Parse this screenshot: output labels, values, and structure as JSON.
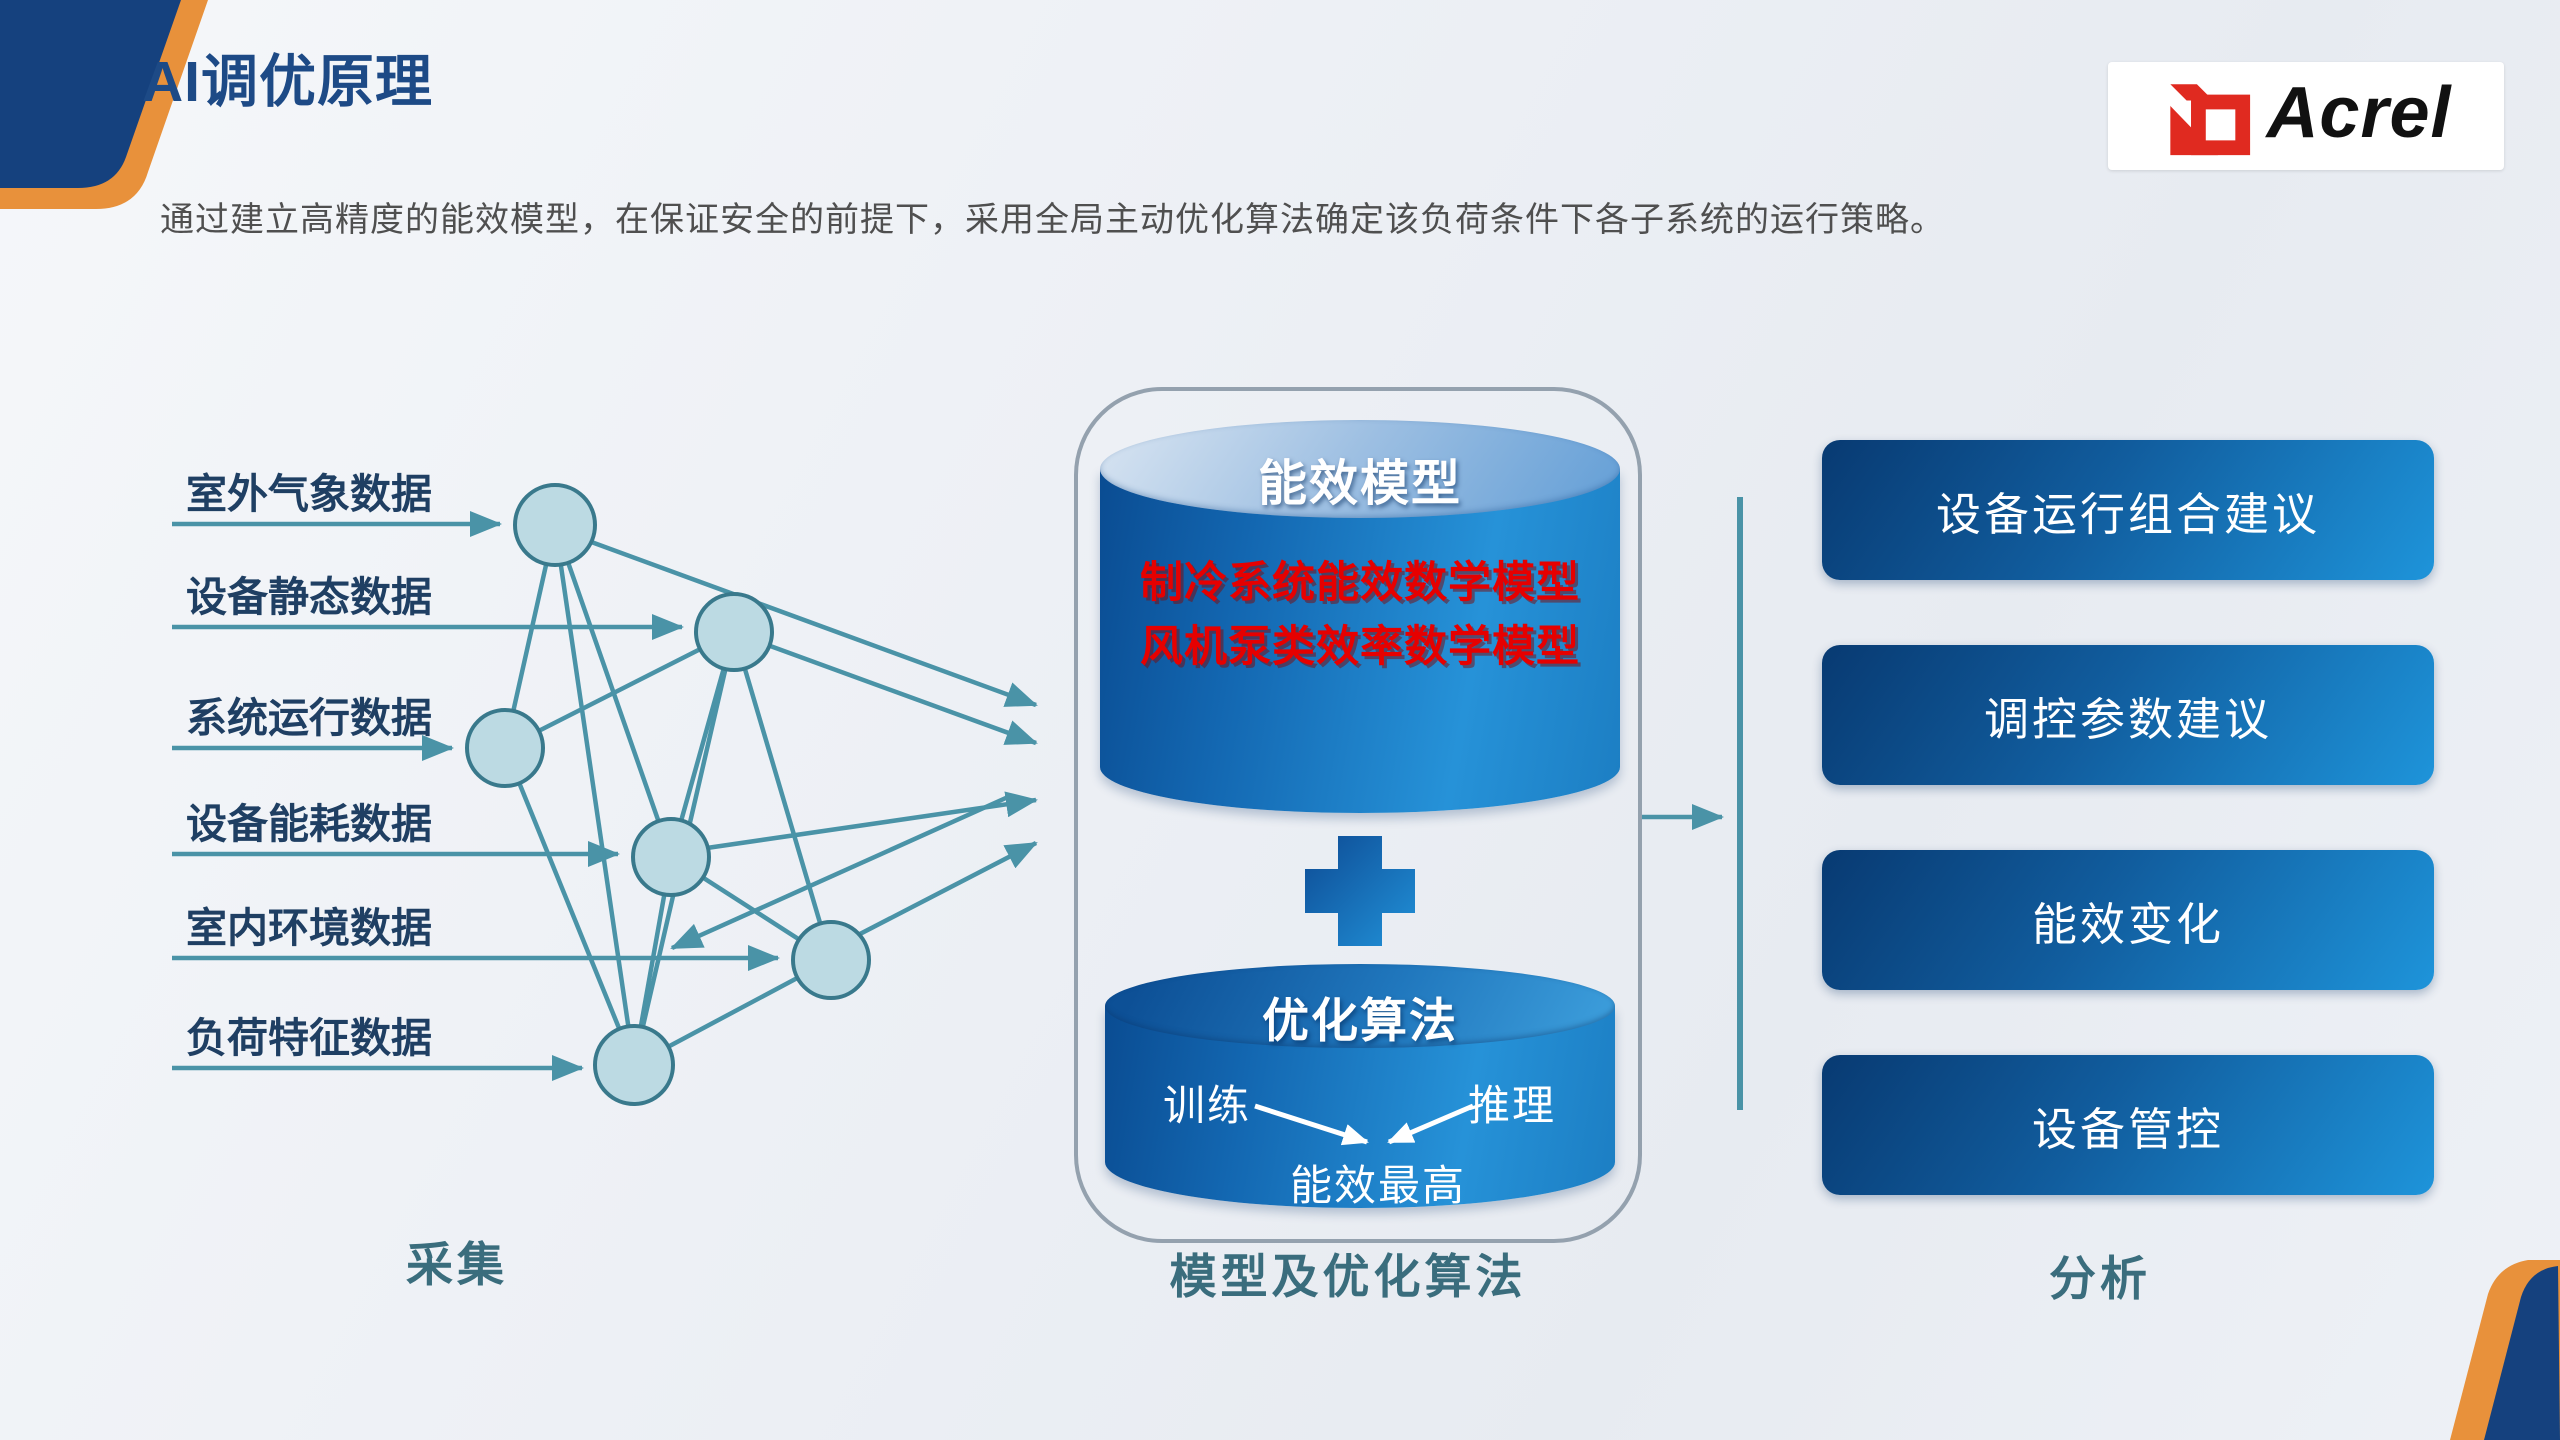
{
  "slide": {
    "title": "AI调优原理",
    "subtitle": "通过建立高精度的能效模型，在保证安全的前提下，采用全局主动优化算法确定该负荷条件下各子系统的运行策略。",
    "brand": "Acrel"
  },
  "capture": {
    "section_label": "采集",
    "inputs": [
      "室外气象数据",
      "设备静态数据",
      "系统运行数据",
      "设备能耗数据",
      "室内环境数据",
      "负荷特征数据"
    ]
  },
  "model": {
    "section_label": "模型及优化算法",
    "energy_model": {
      "title": "能效模型",
      "items": [
        "制冷系统能效数学模型",
        "风机泵类效率数学模型"
      ]
    },
    "algorithm": {
      "title": "优化算法",
      "train_label": "训练",
      "infer_label": "推理",
      "result_label": "能效最高"
    }
  },
  "analysis": {
    "section_label": "分析",
    "outputs": [
      "设备运行组合建议",
      "调控参数建议",
      "能效变化",
      "设备管控"
    ]
  },
  "colors": {
    "accent_teal": "#4A93A7",
    "node_fill": "#BCDAE3",
    "node_stroke": "#39798C",
    "navy_corner": "#15417E",
    "orange_corner": "#E8913B",
    "cylinder_blue": "#1569B3",
    "button_blue_dark": "#083A72",
    "button_blue_light": "#1E94DA",
    "model_text_red": "#E60000",
    "title_blue": "#1D4A86",
    "section_label_teal": "#3A6D7D"
  }
}
